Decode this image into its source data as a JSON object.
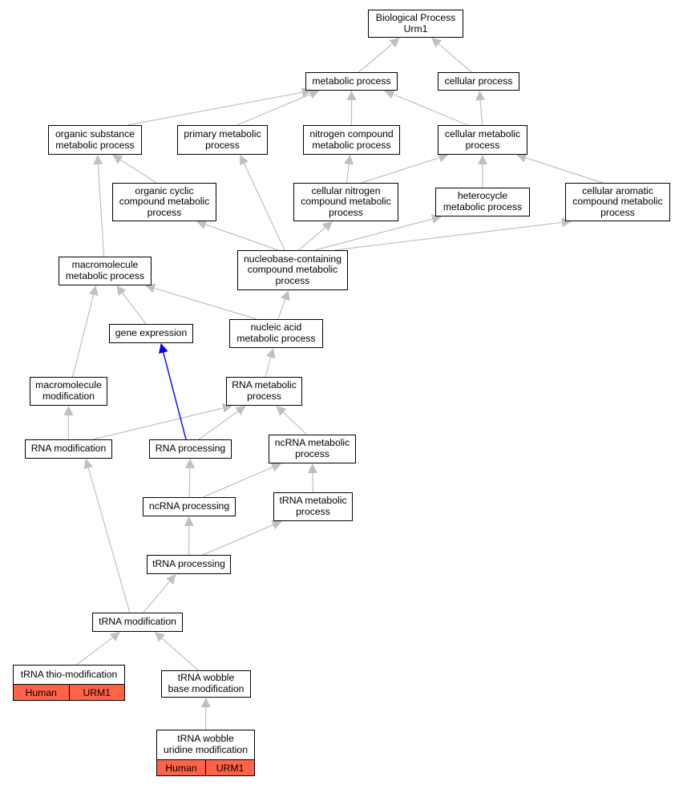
{
  "graph": {
    "edge_color": "#c0c0c0",
    "highlight_edge_color": "#0000ff",
    "annotation_fill": "#ff6347",
    "nodes": [
      {
        "id": "bp",
        "label": "Biological Process\nUrm1"
      },
      {
        "id": "met",
        "label": "metabolic process"
      },
      {
        "id": "cell",
        "label": "cellular process"
      },
      {
        "id": "org",
        "label": "organic substance\nmetabolic process"
      },
      {
        "id": "prim",
        "label": "primary metabolic\nprocess"
      },
      {
        "id": "nitro",
        "label": "nitrogen compound\nmetabolic process"
      },
      {
        "id": "cellmet",
        "label": "cellular metabolic\nprocess"
      },
      {
        "id": "orgcyc",
        "label": "organic cyclic\ncompound metabolic\nprocess"
      },
      {
        "id": "cellnit",
        "label": "cellular nitrogen\ncompound metabolic\nprocess"
      },
      {
        "id": "hetero",
        "label": "heterocycle\nmetabolic process"
      },
      {
        "id": "arom",
        "label": "cellular aromatic\ncompound metabolic\nprocess"
      },
      {
        "id": "macro",
        "label": "macromolecule\nmetabolic process"
      },
      {
        "id": "nucbase",
        "label": "nucleobase-containing\ncompound metabolic\nprocess"
      },
      {
        "id": "geneexp",
        "label": "gene expression"
      },
      {
        "id": "nucacid",
        "label": "nucleic acid\nmetabolic process"
      },
      {
        "id": "macromod",
        "label": "macromolecule\nmodification"
      },
      {
        "id": "rnamet",
        "label": "RNA metabolic\nprocess"
      },
      {
        "id": "rnamod",
        "label": "RNA modification"
      },
      {
        "id": "rnaproc",
        "label": "RNA processing"
      },
      {
        "id": "ncrnamet",
        "label": "ncRNA metabolic\nprocess"
      },
      {
        "id": "ncrnaproc",
        "label": "ncRNA processing"
      },
      {
        "id": "trnamet",
        "label": "tRNA metabolic\nprocess"
      },
      {
        "id": "trnaproc",
        "label": "tRNA processing"
      },
      {
        "id": "trnamod",
        "label": "tRNA modification"
      },
      {
        "id": "trnawob",
        "label": "tRNA wobble\nbase modification"
      }
    ],
    "annotated_nodes": [
      {
        "id": "thio",
        "label": "tRNA thio-modification",
        "species": "Human",
        "gene": "URM1"
      },
      {
        "id": "wobu",
        "label": "tRNA wobble\nuridine modification",
        "species": "Human",
        "gene": "URM1"
      }
    ],
    "edges": [
      {
        "from": "met",
        "to": "bp"
      },
      {
        "from": "cell",
        "to": "bp"
      },
      {
        "from": "org",
        "to": "met"
      },
      {
        "from": "prim",
        "to": "met"
      },
      {
        "from": "nitro",
        "to": "met"
      },
      {
        "from": "cellmet",
        "to": "met"
      },
      {
        "from": "cellmet",
        "to": "cell"
      },
      {
        "from": "orgcyc",
        "to": "org"
      },
      {
        "from": "cellnit",
        "to": "nitro"
      },
      {
        "from": "cellnit",
        "to": "cellmet"
      },
      {
        "from": "hetero",
        "to": "cellmet"
      },
      {
        "from": "arom",
        "to": "cellmet"
      },
      {
        "from": "macro",
        "to": "org"
      },
      {
        "from": "nucbase",
        "to": "prim"
      },
      {
        "from": "nucbase",
        "to": "orgcyc"
      },
      {
        "from": "nucbase",
        "to": "cellnit"
      },
      {
        "from": "nucbase",
        "to": "hetero"
      },
      {
        "from": "nucbase",
        "to": "arom"
      },
      {
        "from": "geneexp",
        "to": "macro"
      },
      {
        "from": "nucacid",
        "to": "macro"
      },
      {
        "from": "nucacid",
        "to": "nucbase"
      },
      {
        "from": "macromod",
        "to": "macro"
      },
      {
        "from": "rnamet",
        "to": "nucacid"
      },
      {
        "from": "rnamod",
        "to": "macromod"
      },
      {
        "from": "rnamod",
        "to": "rnamet"
      },
      {
        "from": "rnaproc",
        "to": "rnamet"
      },
      {
        "from": "rnaproc",
        "to": "geneexp",
        "highlight": true
      },
      {
        "from": "ncrnamet",
        "to": "rnamet"
      },
      {
        "from": "ncrnaproc",
        "to": "rnaproc"
      },
      {
        "from": "ncrnaproc",
        "to": "ncrnamet"
      },
      {
        "from": "trnamet",
        "to": "ncrnamet"
      },
      {
        "from": "trnaproc",
        "to": "ncrnaproc"
      },
      {
        "from": "trnaproc",
        "to": "trnamet"
      },
      {
        "from": "trnamod",
        "to": "rnamod"
      },
      {
        "from": "trnamod",
        "to": "trnaproc"
      },
      {
        "from": "thio",
        "to": "trnamod"
      },
      {
        "from": "trnawob",
        "to": "trnamod"
      },
      {
        "from": "wobu",
        "to": "trnawob"
      }
    ]
  }
}
